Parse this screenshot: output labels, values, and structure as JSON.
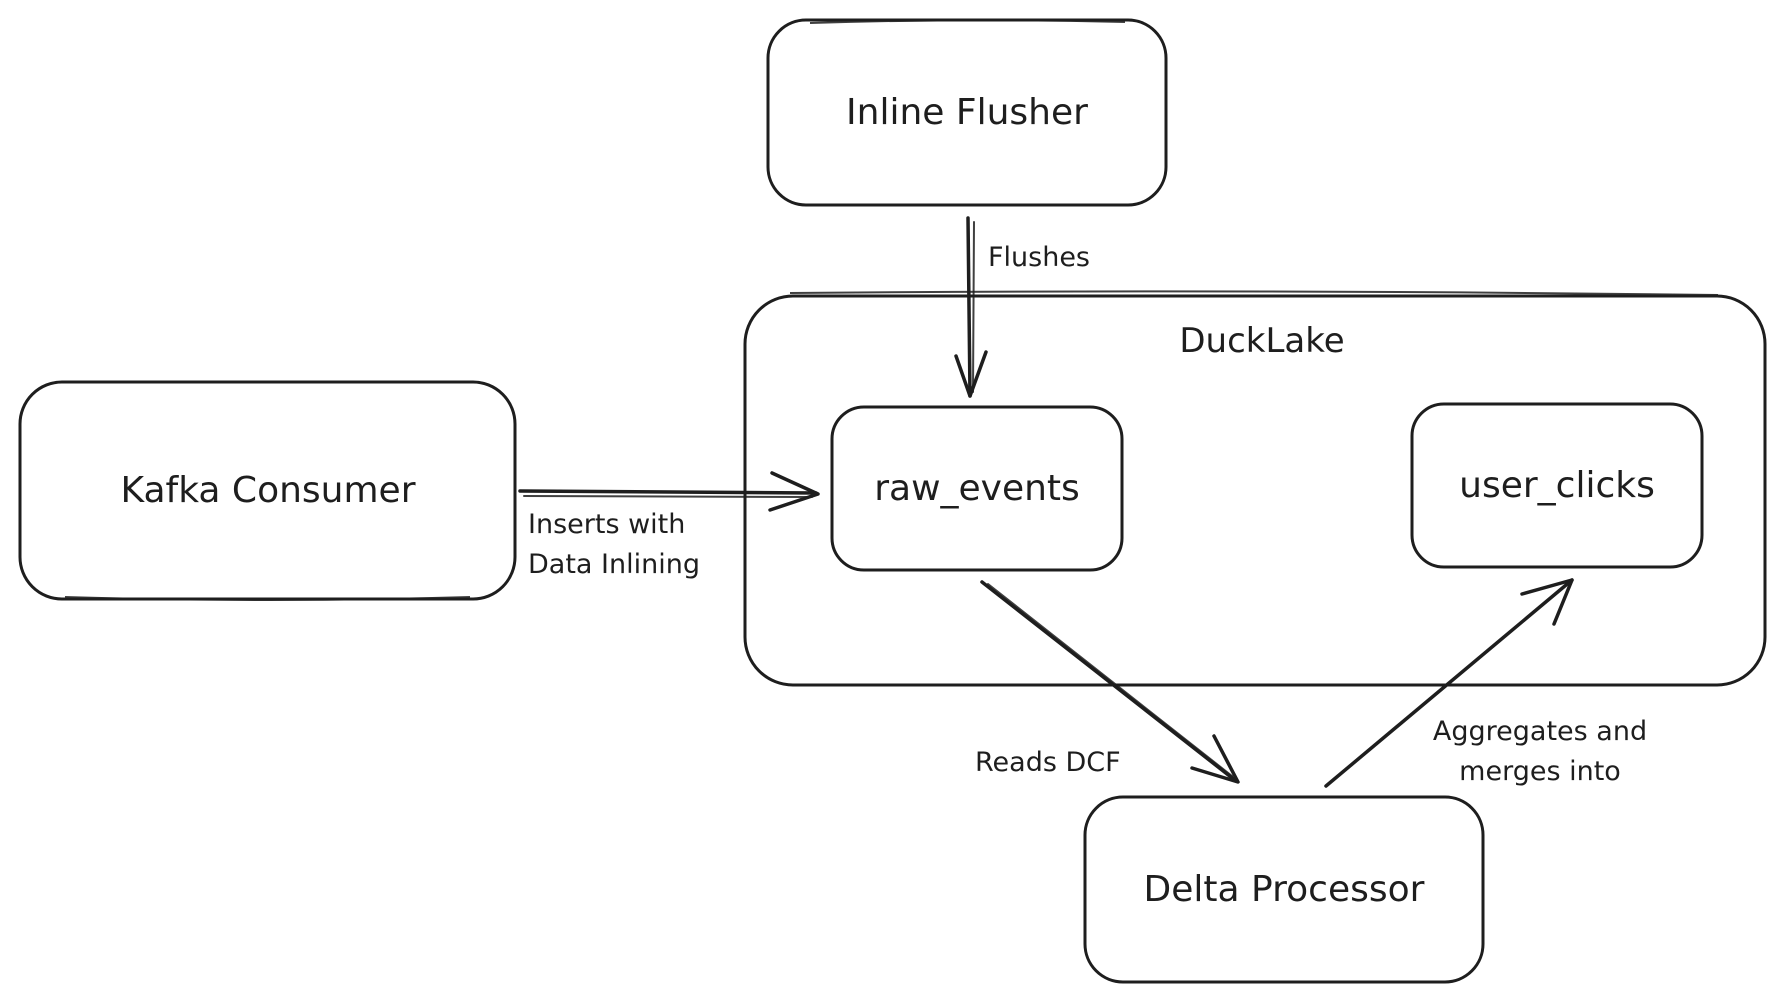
{
  "diagram": {
    "nodes": {
      "inline_flusher": "Inline Flusher",
      "kafka_consumer": "Kafka Consumer",
      "raw_events": "raw_events",
      "user_clicks": "user_clicks",
      "delta_processor": "Delta Processor"
    },
    "group": {
      "ducklake": "DuckLake"
    },
    "edges": {
      "flushes": "Flushes",
      "inserts_line1": "Inserts with",
      "inserts_line2": "Data Inlining",
      "reads": "Reads DCF",
      "aggregates_line1": "Aggregates and",
      "aggregates_line2": "merges into"
    }
  }
}
